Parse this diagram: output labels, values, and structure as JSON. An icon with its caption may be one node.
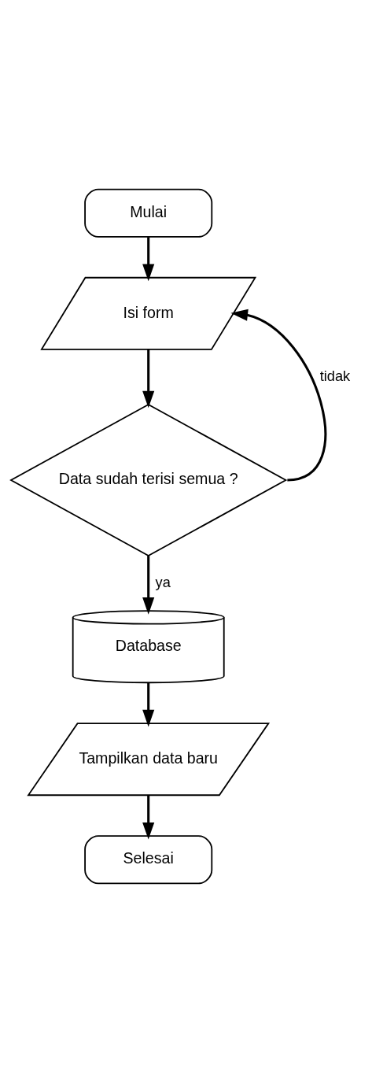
{
  "diagram": {
    "nodes": [
      {
        "text": [
          "Mulai"
        ]
      },
      {
        "text": [
          "Isi form"
        ]
      },
      {
        "text": [
          "Data sudah terisi semua ?"
        ]
      },
      {
        "text": [
          "Database"
        ]
      },
      {
        "text": [
          "Tampilkan data baru"
        ]
      },
      {
        "text": [
          "Selesai"
        ]
      }
    ],
    "edges": [
      {
        "from": 0,
        "to": 1,
        "arrow": "to"
      },
      {
        "from": 1,
        "to": 2,
        "arrow": "to"
      },
      {
        "from": 2,
        "to": 3,
        "arrow": "to",
        "label": "ya"
      },
      {
        "from": 2,
        "to": 1,
        "arrow": "to",
        "label": "tidak"
      },
      {
        "from": 3,
        "to": 4,
        "arrow": "to"
      },
      {
        "from": 4,
        "to": 5,
        "arrow": "to"
      }
    ]
  }
}
